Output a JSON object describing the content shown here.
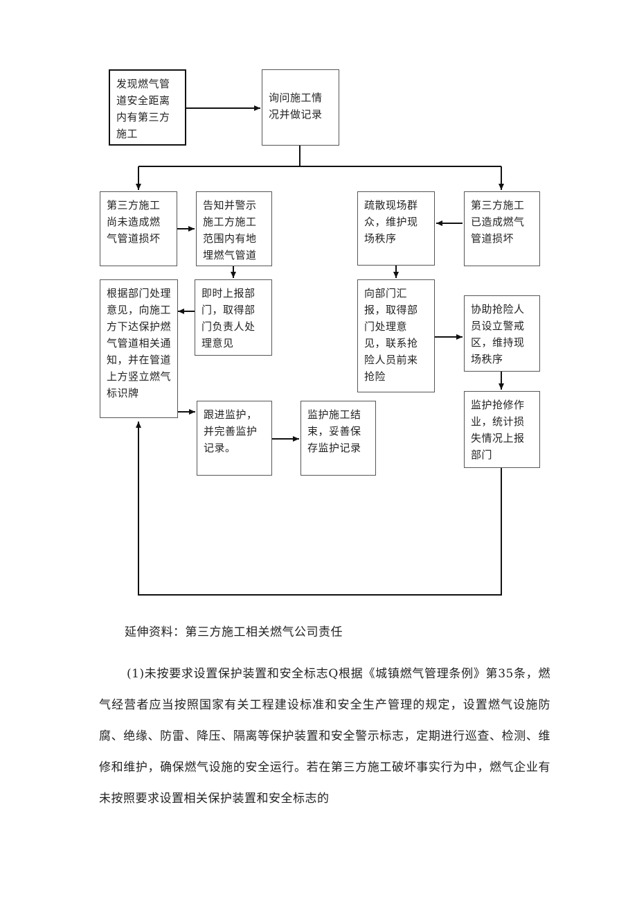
{
  "flowchart": {
    "start": "发现燃气管道安全距离内有第三方施工",
    "inquire": "询问施工情况并做记录",
    "no_damage": "第三方施工尚未造成燃气管道损坏",
    "inform_warn": "告知并警示施工方施工范围内有地埋燃气管道",
    "report_left": "即时上报部门，取得部门负责人处理意见",
    "issue_notice": "根据部门处理意见，向施工方下达保护燃气管道相关通知，并在管道上方竖立燃气标识牌",
    "follow_up": "跟进监护，并完善监护记录。",
    "monitor_end": "监护施工结束，妥善保存监护记录",
    "damaged": "第三方施工已造成燃气管道损坏",
    "evacuate": "疏散现场群众，维护现场秩序",
    "report_right": "向部门汇报，取得部门处理意见，联系抢险人员前来抢险",
    "assist_rescue": "协助抢险人员设立警戒区，维持现场秩序",
    "monitor_repair": "监护抢修作业，统计损失情况上报部门"
  },
  "text": {
    "heading": "延伸资料：第三方施工相关燃气公司责任",
    "paragraph": "(1)未按要求设置保护装置和安全标志Q根据《城镇燃气管理条例》第35条，燃气经营者应当按照国家有关工程建设标准和安全生产管理的规定，设置燃气设施防腐、绝缘、防雷、降压、隔离等保护装置和安全警示标志，定期进行巡查、检测、维修和维护，确保燃气设施的安全运行。若在第三方施工破坏事实行为中，燃气企业有未按照要求设置相关保护装置和安全标志的"
  }
}
